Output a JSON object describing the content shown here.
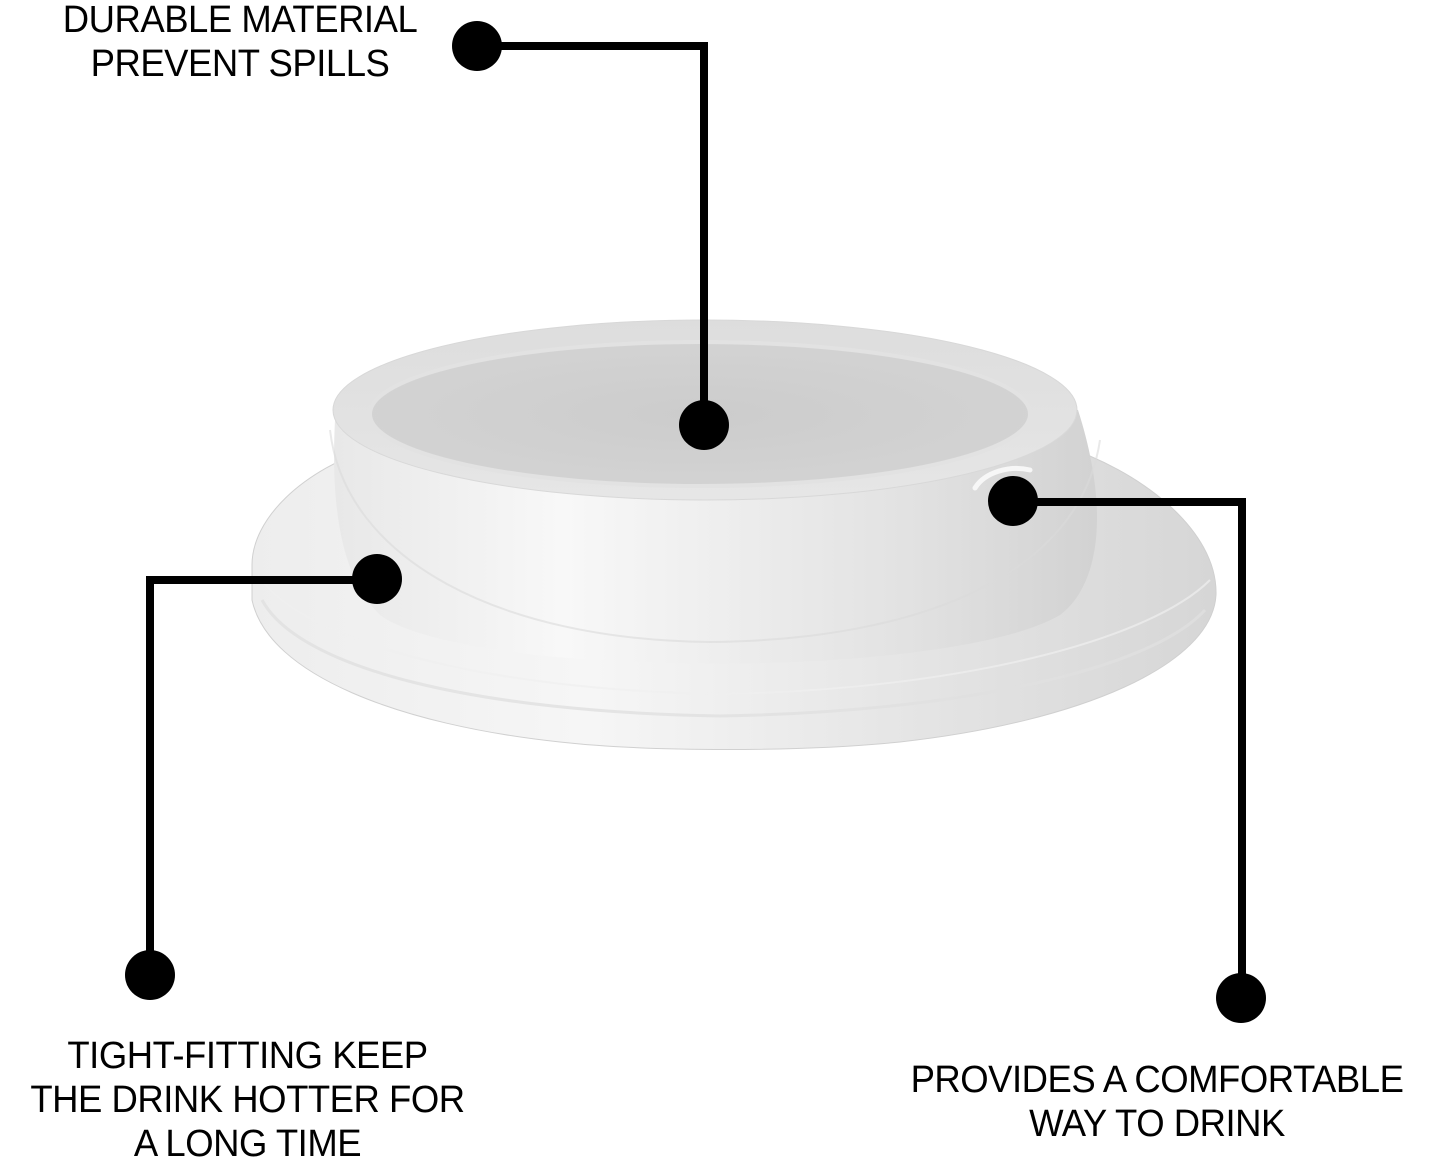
{
  "diagram": {
    "subject": "white disposable cup lid",
    "colors": {
      "background": "#ffffff",
      "callout": "#000000",
      "lid_top": "#cdcdcd",
      "lid_side": "#e6e6e6",
      "lid_rim": "#ececec"
    },
    "callouts": [
      {
        "id": "durable",
        "lines": [
          "DURABLE MATERIAL",
          "PREVENT SPILLS"
        ],
        "anchor_dot": [
          477,
          46
        ],
        "target_dot": [
          704,
          425
        ]
      },
      {
        "id": "tight-fitting",
        "lines": [
          "TIGHT-FITTING KEEP",
          "THE DRINK HOTTER FOR",
          "A LONG TIME"
        ],
        "anchor_dot": [
          150,
          975
        ],
        "target_dot": [
          377,
          579
        ]
      },
      {
        "id": "comfortable",
        "lines": [
          "PROVIDES A COMFORTABLE",
          "WAY TO DRINK"
        ],
        "anchor_dot": [
          1241,
          998
        ],
        "target_dot": [
          1013,
          501
        ]
      }
    ]
  }
}
